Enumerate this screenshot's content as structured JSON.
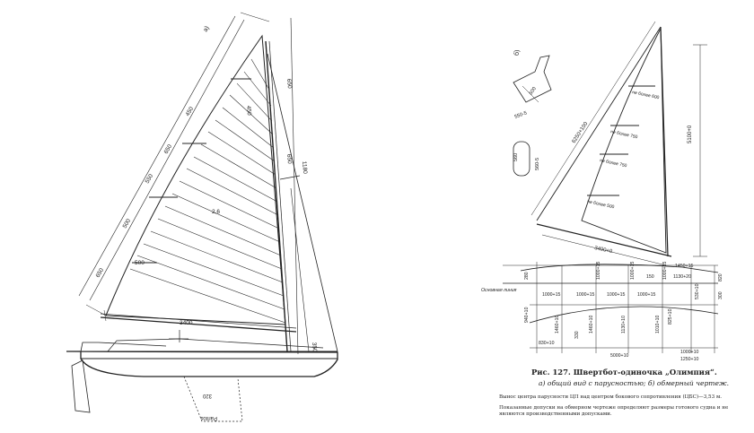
{
  "caption": {
    "title": "Рис. 127. Швертбот-одиночка „Олимпия“.",
    "subtitle": "а) общий вид с парусностью; б) обмерный чертеж.",
    "note1": "Вынос центра парусности ЦП над центром бокового сопротивления (ЦБС)—3,53 м.",
    "note2": "Показанные допуски на обмерном чертеже определяют размеры готового судна и не являются производственными допусками."
  },
  "left_view": {
    "label_a": "а)",
    "mast_dims": [
      "650",
      "1180",
      "650",
      "3400",
      "350"
    ],
    "leech_dims": [
      "650",
      "500",
      "550",
      "650",
      "450"
    ],
    "sail_dims": [
      "2,6",
      "450",
      "500"
    ]
  },
  "right_view": {
    "label_b": "б)",
    "mast_height": "5100+0",
    "luff": "6250+100",
    "foot": "3400+0",
    "battens": [
      "не более 600",
      "не более 750",
      "не более 750",
      "не более 500"
    ],
    "rudder": [
      "500",
      "550-5",
      "500"
    ],
    "cb": [
      "560",
      "560-5"
    ],
    "hull_top": [
      "1450+15",
      "1130+20",
      "280",
      "150",
      "820"
    ],
    "waterline": "Основная линия",
    "hull_mid": [
      "1000+15",
      "1000+15",
      "1000+15",
      "1000+15",
      "1000+15",
      "1000+15",
      "1000+15",
      "530+10",
      "300"
    ],
    "hull_low": [
      "940+10",
      "1460+10",
      "1460+10",
      "1130+10",
      "1010+10",
      "825+10",
      "330"
    ],
    "bottom": [
      "830+10",
      "5000+10",
      "1000+10",
      "1250+10"
    ]
  }
}
